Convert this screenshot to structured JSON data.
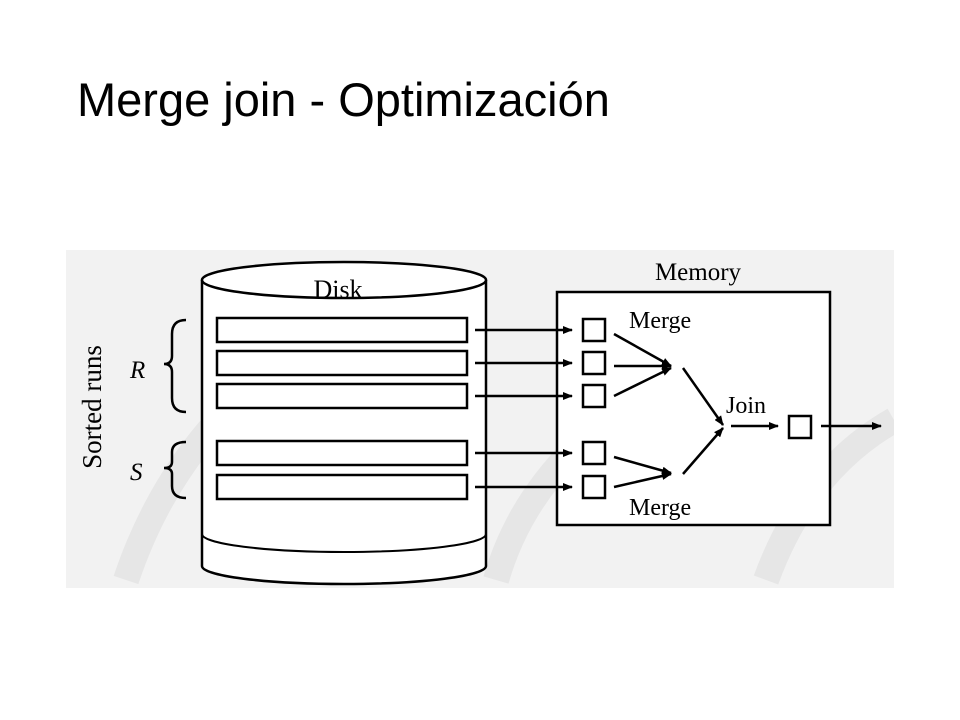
{
  "slide": {
    "title": "Merge join - Optimización"
  },
  "diagram": {
    "disk_label": "Disk",
    "memory_label": "Memory",
    "sorted_runs_label": "Sorted runs",
    "relation_r_label": "R",
    "relation_s_label": "S",
    "merge_top_label": "Merge",
    "merge_bottom_label": "Merge",
    "join_label": "Join",
    "colors": {
      "ink": "#000000",
      "background_tint": "#f2f2f2",
      "watermark": "#e6e6e6"
    }
  }
}
